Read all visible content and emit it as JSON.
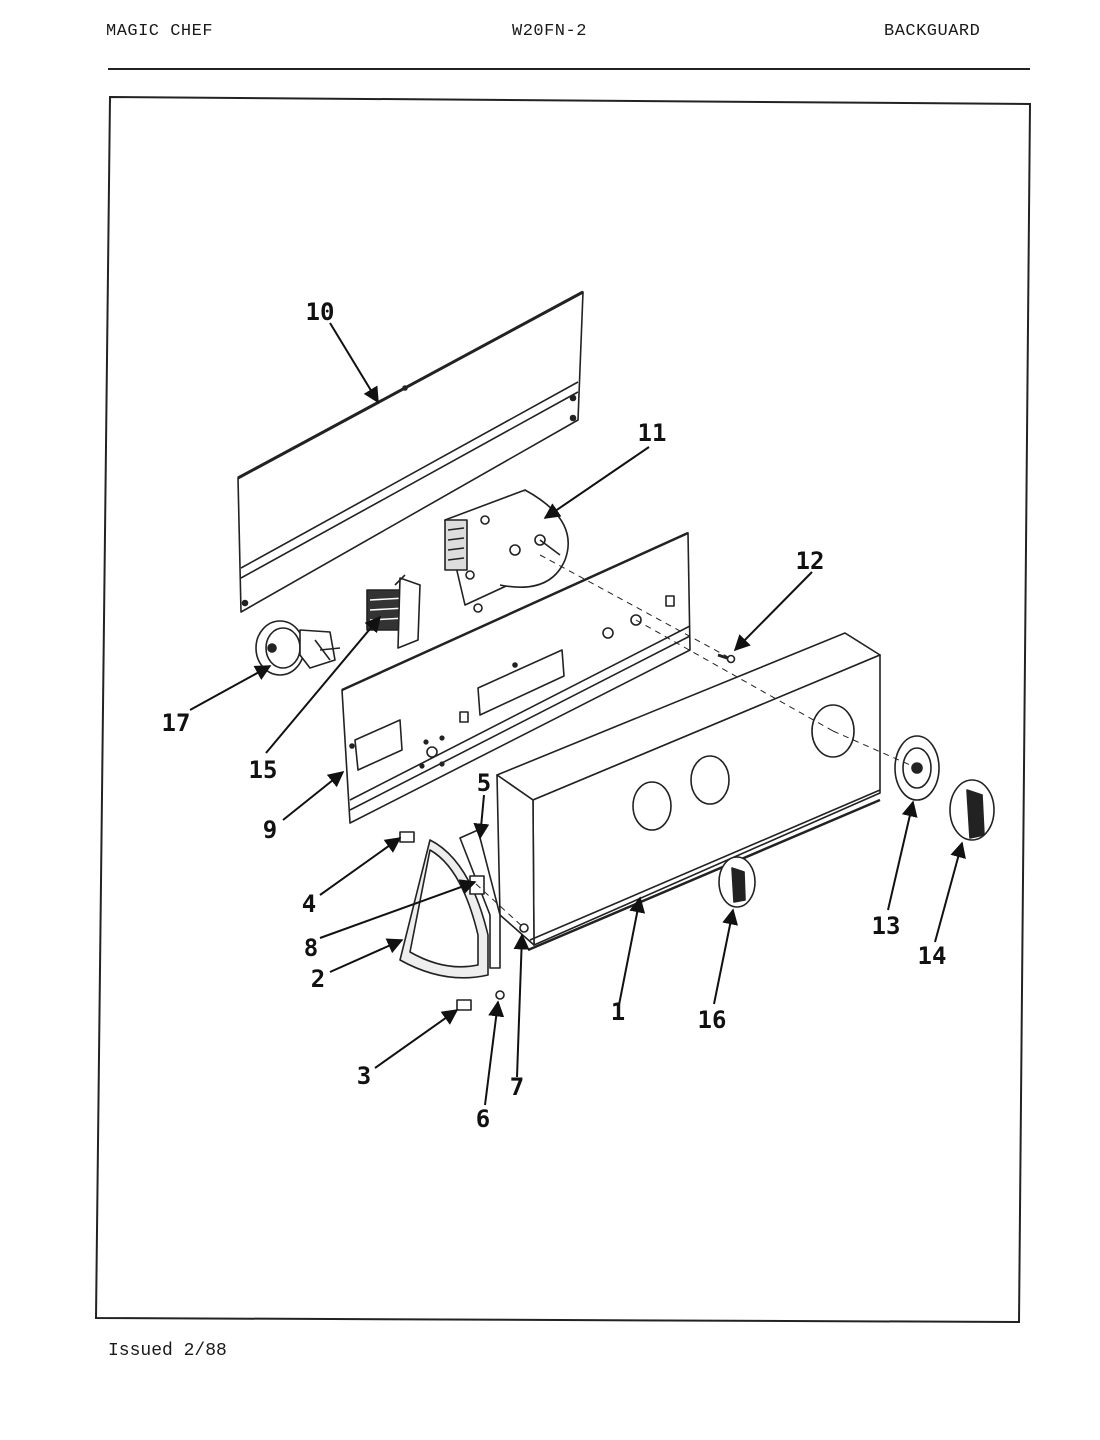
{
  "header": {
    "brand": "MAGIC CHEF",
    "model": "W20FN-2",
    "section": "BACKGUARD"
  },
  "footer": {
    "issued": "Issued 2/88"
  },
  "callouts": [
    "1",
    "2",
    "3",
    "4",
    "5",
    "6",
    "7",
    "8",
    "9",
    "10",
    "11",
    "12",
    "13",
    "14",
    "15",
    "16",
    "17"
  ],
  "colors": {
    "ink": "#1a1a1a",
    "paper": "#ffffff"
  }
}
